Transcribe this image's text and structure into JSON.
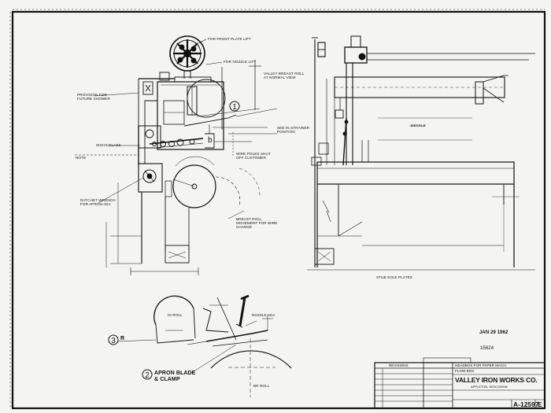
{
  "labels": {
    "front_plate_lift": "FOR FRONT PLATE LIFT",
    "nozzle_lift": "FOR NOZZLE LIFT",
    "provision_future_shower": "PROVISION FOR FUTURE SHOWER",
    "sight_glass": "SIGHT GLASS",
    "ratchet_wrench": "RATCHET WRENCH FOR APRON ADJ.",
    "breast_roll_movement": "BREAST ROLL MOVEMENT FOR WIRE CHANGE",
    "see_strainer": "SEE IN STRAINER POSITION",
    "wire_poles": "WIRE POLES SHUT OFF CUSTOMER",
    "valley_breast_roll": "VALLEY BREAST ROLL AT NORMAL VIEW",
    "note": "NOTE",
    "nozzle_adj": "NOZZLE ADJ.",
    "callout_1": "1",
    "callout_2": "2",
    "callout_3": "3",
    "apron_blade_clamp": "APRON BLADE & CLAMP",
    "r_mark_3": "R",
    "date_stamp": "JAN 29 1962",
    "dim_right_base": "STUB SOLE PLATES",
    "drawing_no_top": "15624",
    "breast_roll_text": "BR ROLL",
    "roll_text": "IO ROLL",
    "deckle": "DECKLE",
    "dim_b": "b"
  },
  "title_block": {
    "company": "VALLEY IRON WORKS CO.",
    "company_sub": "APPLETON, WISCONSIN",
    "title_line1": "HEADBOX FOR PAPER MACH.",
    "title_line2": "FLOW BOX",
    "drawing_number": "A-12597",
    "revision": "E",
    "revisions_header": "REVISIONS"
  },
  "colors": {
    "paper": "#f4f4f2",
    "ink": "#111111"
  }
}
